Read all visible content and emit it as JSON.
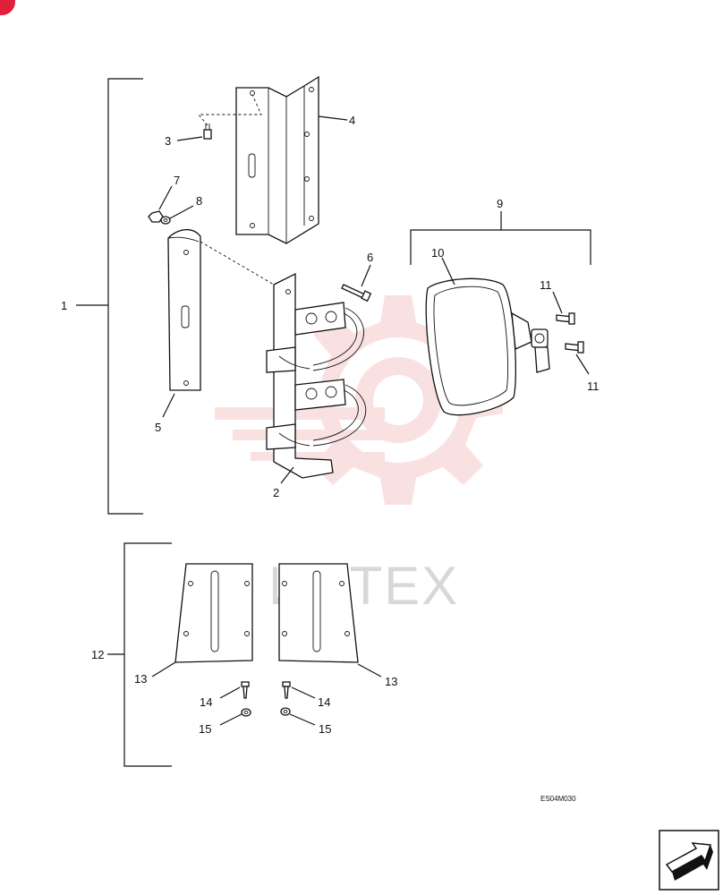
{
  "labels": {
    "l1": "1",
    "l2": "2",
    "l3": "3",
    "l4": "4",
    "l5": "5",
    "l6": "6",
    "l7": "7",
    "l8": "8",
    "l9": "9",
    "l10": "10",
    "l11a": "11",
    "l11b": "11",
    "l12": "12",
    "l13a": "13",
    "l13b": "13",
    "l14a": "14",
    "l14b": "14",
    "l15a": "15",
    "l15b": "15"
  },
  "drawing_code": "ES04M030",
  "watermark_text": "ИНТЕХ",
  "colors": {
    "line": "#111111",
    "watermark_gear": "#f6c9c9",
    "watermark_text": "#d8d8d8",
    "corner_badge": "#e0213a"
  },
  "icons": {
    "next_page": "arrow-next-icon"
  }
}
